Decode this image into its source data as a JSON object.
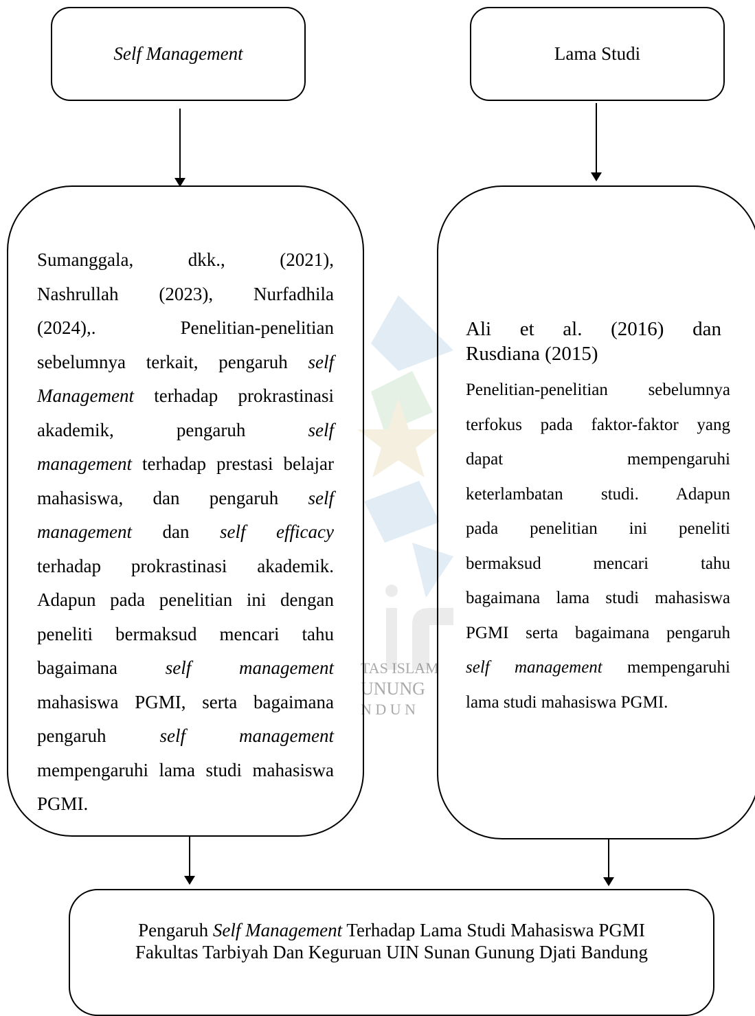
{
  "boxes": {
    "top_left": {
      "label": "Self Management"
    },
    "top_right": {
      "label": "Lama Studi"
    },
    "mid_left": {
      "lines": [
        "Sumanggala, dkk., (2021),",
        "Nashrullah (2023), Nurfadhila",
        "(2024),. Penelitian-penelitian",
        "sebelumnya terkait, pengaruh self",
        "Management terhadap prokrastinasi",
        "akademik, pengaruh self",
        "management terhadap prestasi belajar",
        "mahasiswa, dan pengaruh self",
        "management dan self efficacy",
        "terhadap prokrastinasi akademik.",
        "Adapun pada penelitian ini dengan",
        "peneliti bermaksud mencari tahu",
        "bagaimana self management",
        "mahasiswa PGMI, serta bagaimana",
        "pengaruh self management",
        "mempengaruhi lama studi mahasiswa",
        "PGMI."
      ]
    },
    "mid_right": {
      "heading_lines": [
        "Ali et al. (2016) dan",
        "Rusdiana (2015)"
      ],
      "lines": [
        "Penelitian-penelitian sebelumnya",
        "terfokus pada faktor-faktor yang",
        "dapat mempengaruhi",
        "keterlambatan studi. Adapun",
        "pada penelitian ini peneliti",
        "bermaksud mencari tahu",
        "bagaimana lama studi mahasiswa",
        "PGMI serta bagaimana pengaruh",
        "self management mempengaruhi",
        "lama studi mahasiswa PGMI."
      ]
    },
    "bottom": {
      "line1": "Pengaruh Self Management Terhadap Lama Studi Mahasiswa PGMI",
      "line2": "Fakultas Tarbiyah Dan Keguruan UIN Sunan Gunung Djati Bandung"
    }
  },
  "watermark": {
    "lines": [
      "TAS ISLAM",
      "UNUNG",
      "N D U N"
    ]
  }
}
